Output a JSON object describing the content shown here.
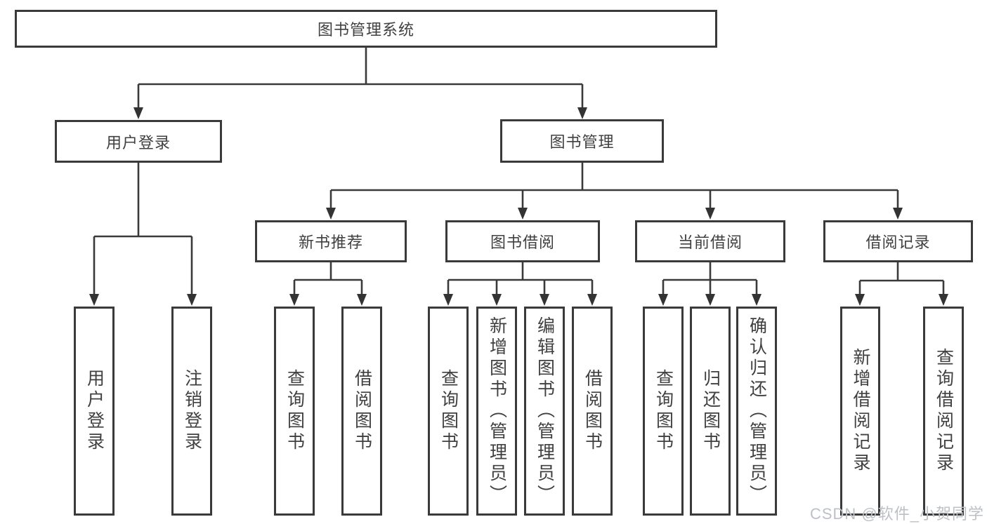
{
  "diagram": {
    "root": "图书管理系统",
    "level2": {
      "user_login": "用户登录",
      "book_management": "图书管理"
    },
    "level3": {
      "new_book_recommend": "新书推荐",
      "book_borrow": "图书借阅",
      "current_borrow": "当前借阅",
      "borrow_records": "借阅记录"
    },
    "leaves": {
      "user_login": "用户登录",
      "logout": "注销登录",
      "nb_query_books": "查询图书",
      "nb_borrow_books": "借阅图书",
      "bb_query_books": "查询图书",
      "bb_add_books": "新增图书（管理员）",
      "bb_edit_books": "编辑图书（管理员）",
      "bb_borrow_books": "借阅图书",
      "cb_query_books": "查询图书",
      "cb_return_books": "归还图书",
      "cb_confirm_return": "确认归还（管理员）",
      "br_add_record": "新增借阅记录",
      "br_query_record": "查询借阅记录"
    }
  },
  "watermark": "CSDN @软件_小贺同学",
  "colors": {
    "line": "#3a3a3a",
    "text": "#404040",
    "watermark": "#bdc1c6",
    "background": "#ffffff"
  }
}
